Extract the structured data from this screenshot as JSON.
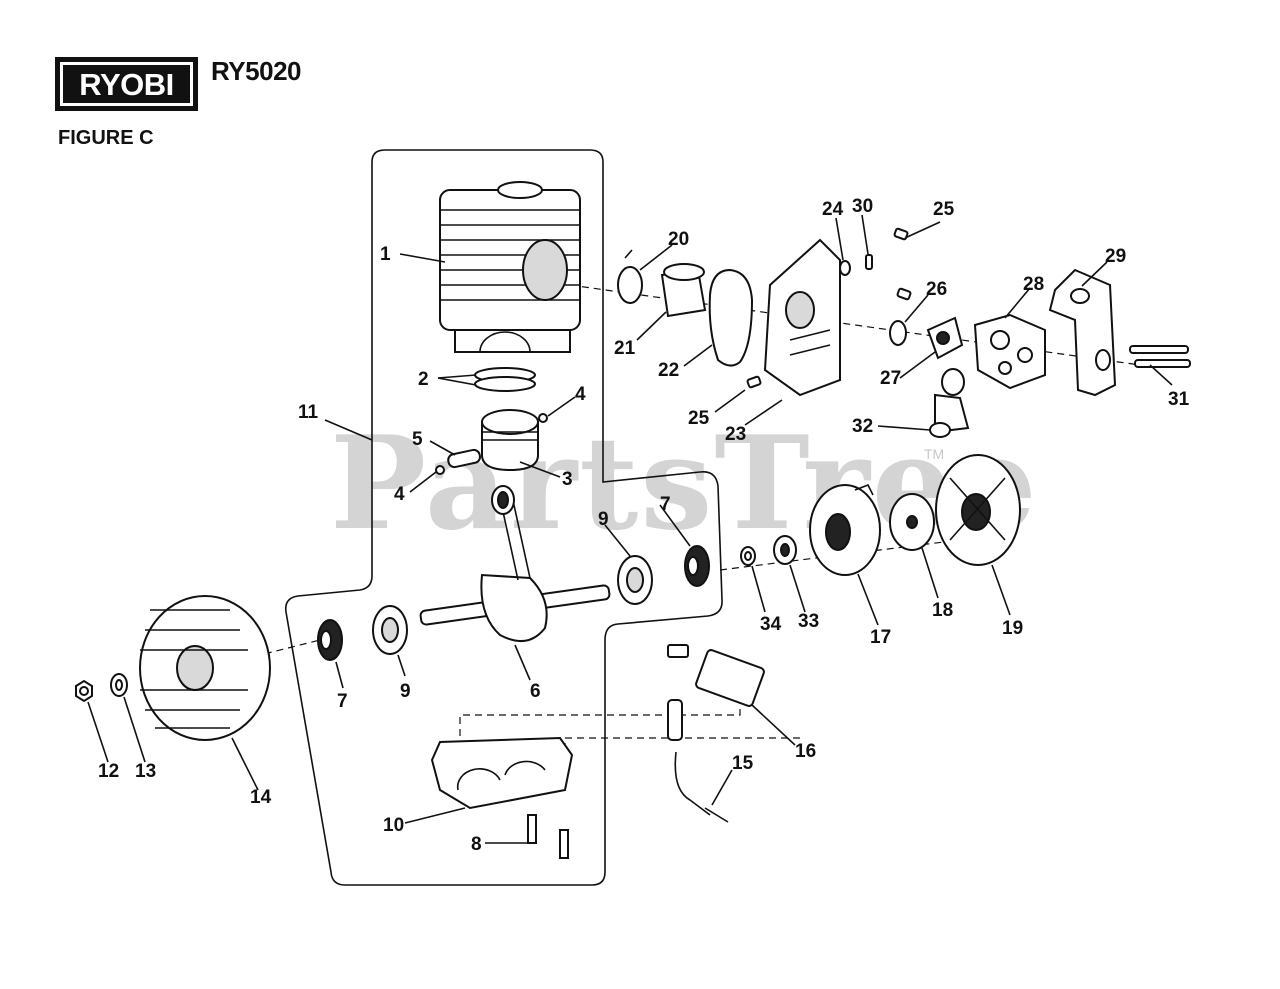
{
  "brand": {
    "logo_text": "RYOBI",
    "model": "RY5020"
  },
  "figure": {
    "title": "FIGURE C"
  },
  "watermark": {
    "text": "PartsTree",
    "trademark": "TM"
  },
  "colors": {
    "ink": "#111111",
    "watermark": "#d4d4d4",
    "background": "#ffffff"
  },
  "callouts": {
    "c1": "1",
    "c2": "2",
    "c3": "3",
    "c4a": "4",
    "c4b": "4",
    "c5": "5",
    "c6": "6",
    "c7a": "7",
    "c7b": "7",
    "c8": "8",
    "c9a": "9",
    "c9b": "9",
    "c10": "10",
    "c11": "11",
    "c12": "12",
    "c13": "13",
    "c14": "14",
    "c15": "15",
    "c16": "16",
    "c17": "17",
    "c18": "18",
    "c19": "19",
    "c20": "20",
    "c21": "21",
    "c22": "22",
    "c23": "23",
    "c24": "24",
    "c25a": "25",
    "c25b": "25",
    "c26": "26",
    "c27": "27",
    "c28": "28",
    "c29": "29",
    "c30": "30",
    "c31": "31",
    "c32": "32",
    "c33": "33",
    "c34": "34"
  }
}
